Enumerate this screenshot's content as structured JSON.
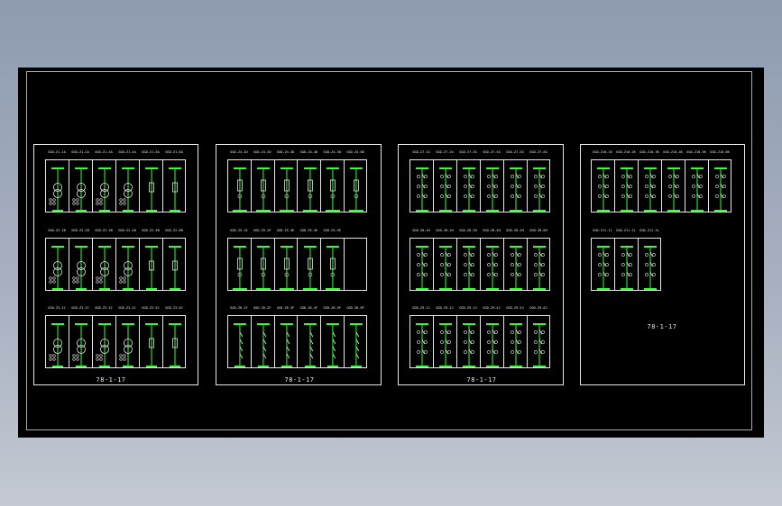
{
  "sheets": [
    {
      "title": "78-1-17",
      "rows": [
        [
          "GGD-Z1-1A",
          "GGD-Z1-2A",
          "GGD-Z1-3A",
          "GGD-Z1-4A",
          "GGD-Z1-5A",
          "GGD-Z1-6A"
        ],
        [
          "GGD-Z2-1B",
          "GGD-Z2-2B",
          "GGD-Z2-3B",
          "GGD-Z2-4B",
          "GGD-Z2-5B",
          "GGD-Z2-6B"
        ],
        [
          "GGD-Z3-1C",
          "GGD-Z3-2C",
          "GGD-Z3-3C",
          "GGD-Z3-4C",
          "GGD-Z3-5C",
          "GGD-Z3-6C"
        ]
      ]
    },
    {
      "title": "78-1-17",
      "rows": [
        [
          "GGD-Z4-1D",
          "GGD-Z4-2D",
          "GGD-Z4-3D",
          "GGD-Z4-4D",
          "GGD-Z4-5D",
          "GGD-Z4-6D"
        ],
        [
          "GGD-Z5-1E",
          "GGD-Z5-2E",
          "GGD-Z5-3E",
          "GGD-Z5-4E",
          "GGD-Z5-5E"
        ],
        [
          "GGD-Z6-1F",
          "GGD-Z6-2F",
          "GGD-Z6-3F",
          "GGD-Z6-4F",
          "GGD-Z6-5F",
          "GGD-Z6-6F"
        ]
      ]
    },
    {
      "title": "78-1-17",
      "rows": [
        [
          "GGD-Z7-1G",
          "GGD-Z7-2G",
          "GGD-Z7-3G",
          "GGD-Z7-4G",
          "GGD-Z7-5G",
          "GGD-Z7-6G"
        ],
        [
          "GGD-Z8-1H",
          "GGD-Z8-2H",
          "GGD-Z8-3H",
          "GGD-Z8-4H",
          "GGD-Z8-5H",
          "GGD-Z8-6H"
        ],
        [
          "GGD-Z9-1J",
          "GGD-Z9-2J",
          "GGD-Z9-3J",
          "GGD-Z9-4J",
          "GGD-Z9-5J",
          "GGD-Z9-6J"
        ]
      ]
    },
    {
      "title": "78-1-17",
      "rows": [
        [
          "GGD-Z10-1K",
          "GGD-Z10-2K",
          "GGD-Z10-3K",
          "GGD-Z10-4K",
          "GGD-Z10-5K",
          "GGD-Z10-6K"
        ],
        [
          "GGD-Z11-1L",
          "GGD-Z11-2L",
          "GGD-Z11-3L"
        ]
      ]
    }
  ],
  "colors": {
    "frame": "#33ff33",
    "symbol": "#33ff33",
    "line": "#e8e8e8",
    "background": "#000000"
  }
}
